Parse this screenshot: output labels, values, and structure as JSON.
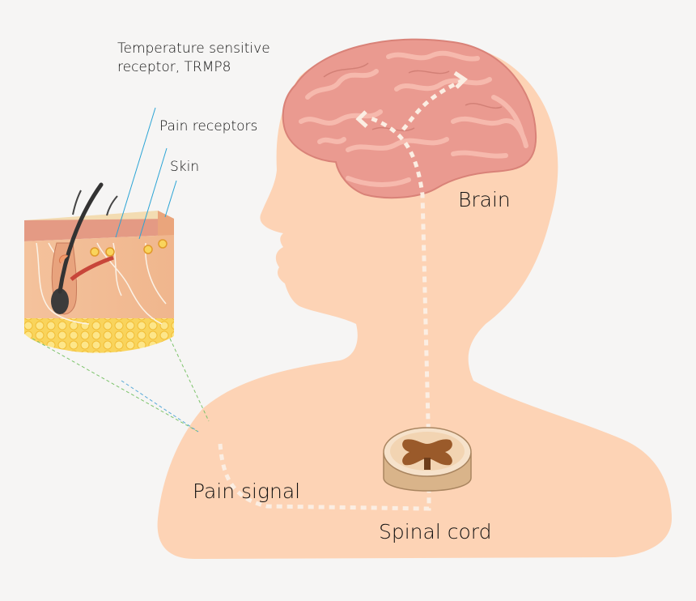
{
  "labels": {
    "temperature_receptor": "Temperature sensitive receptor, TRMP8",
    "pain_receptors": "Pain receptors",
    "skin": "Skin",
    "brain": "Brain",
    "pain_signal": "Pain signal",
    "spinal_cord": "Spinal cord"
  },
  "colors": {
    "background": "#f6f5f4",
    "body": "#fdd3b5",
    "brain": "#ea9a90",
    "brain_fold": "#f6b9ad",
    "signal_path": "#fbeee3",
    "leader_line": "#2aa4d5",
    "spinal_grey_matter": "#9a5a2a",
    "fat_layer": "#f9d45c"
  }
}
